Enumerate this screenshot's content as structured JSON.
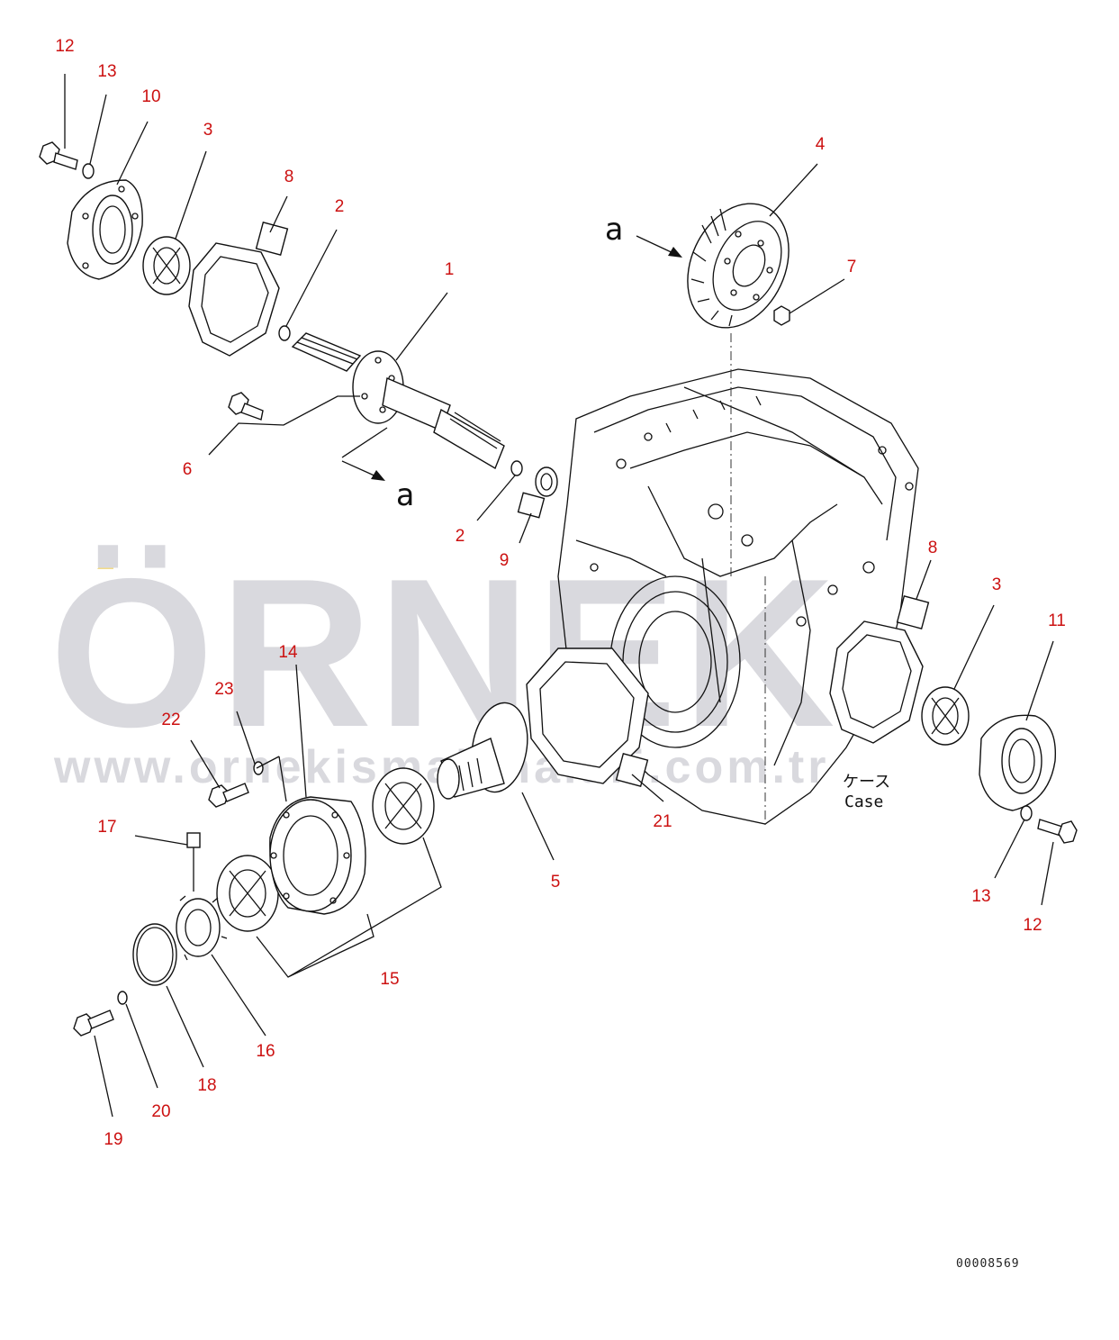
{
  "watermark": {
    "logo_text": "ÖRNEK",
    "url_text": "www.ornekismakinalari.com.tr"
  },
  "view_marker": "a",
  "case_label": {
    "japanese": "ケース",
    "english": "Case"
  },
  "drawing_number": "00008569",
  "callouts": [
    {
      "id": "c12a",
      "text": "12"
    },
    {
      "id": "c13a",
      "text": "13"
    },
    {
      "id": "c10",
      "text": "10"
    },
    {
      "id": "c3a",
      "text": "3"
    },
    {
      "id": "c8a",
      "text": "8"
    },
    {
      "id": "c2a",
      "text": "2"
    },
    {
      "id": "c1",
      "text": "1"
    },
    {
      "id": "c4",
      "text": "4"
    },
    {
      "id": "c7",
      "text": "7"
    },
    {
      "id": "c6",
      "text": "6"
    },
    {
      "id": "c2b",
      "text": "2"
    },
    {
      "id": "c9",
      "text": "9"
    },
    {
      "id": "c8b",
      "text": "8"
    },
    {
      "id": "c3b",
      "text": "3"
    },
    {
      "id": "c11",
      "text": "11"
    },
    {
      "id": "c14",
      "text": "14"
    },
    {
      "id": "c23",
      "text": "23"
    },
    {
      "id": "c22",
      "text": "22"
    },
    {
      "id": "c21",
      "text": "21"
    },
    {
      "id": "c17",
      "text": "17"
    },
    {
      "id": "c5",
      "text": "5"
    },
    {
      "id": "c13b",
      "text": "13"
    },
    {
      "id": "c12b",
      "text": "12"
    },
    {
      "id": "c15",
      "text": "15"
    },
    {
      "id": "c16",
      "text": "16"
    },
    {
      "id": "c18",
      "text": "18"
    },
    {
      "id": "c20",
      "text": "20"
    },
    {
      "id": "c19",
      "text": "19"
    }
  ],
  "colors": {
    "callout": "#cc1111",
    "line": "#111111",
    "watermark": "#d9d9de",
    "watermark_accent": "#f3dc8a"
  }
}
